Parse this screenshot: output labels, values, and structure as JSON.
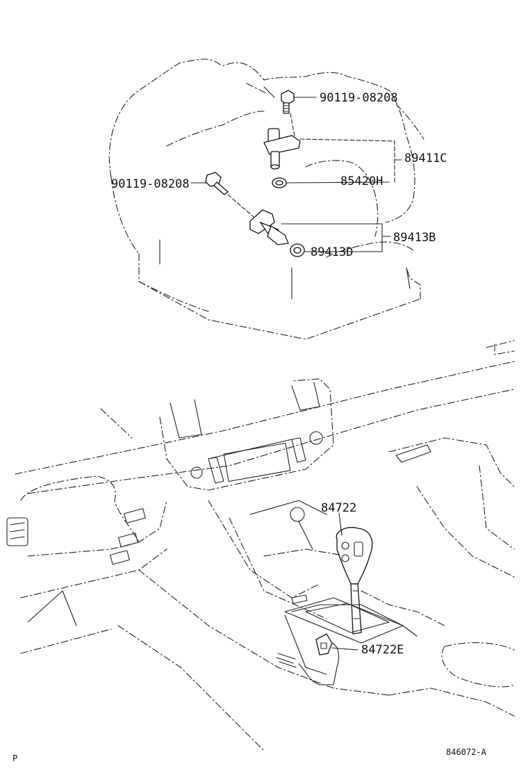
{
  "callouts": {
    "bolt_upper": "90119-08208",
    "sensor_upper": "89411C",
    "ring_upper": "85420H",
    "bolt_lower": "90119-08208",
    "sensor_lower": "89413B",
    "ring_lower": "89413D",
    "shift_switch": "84722",
    "shift_connector": "84722E"
  },
  "footer": {
    "diagram_code": "846072-A",
    "corner_mark": "P"
  }
}
